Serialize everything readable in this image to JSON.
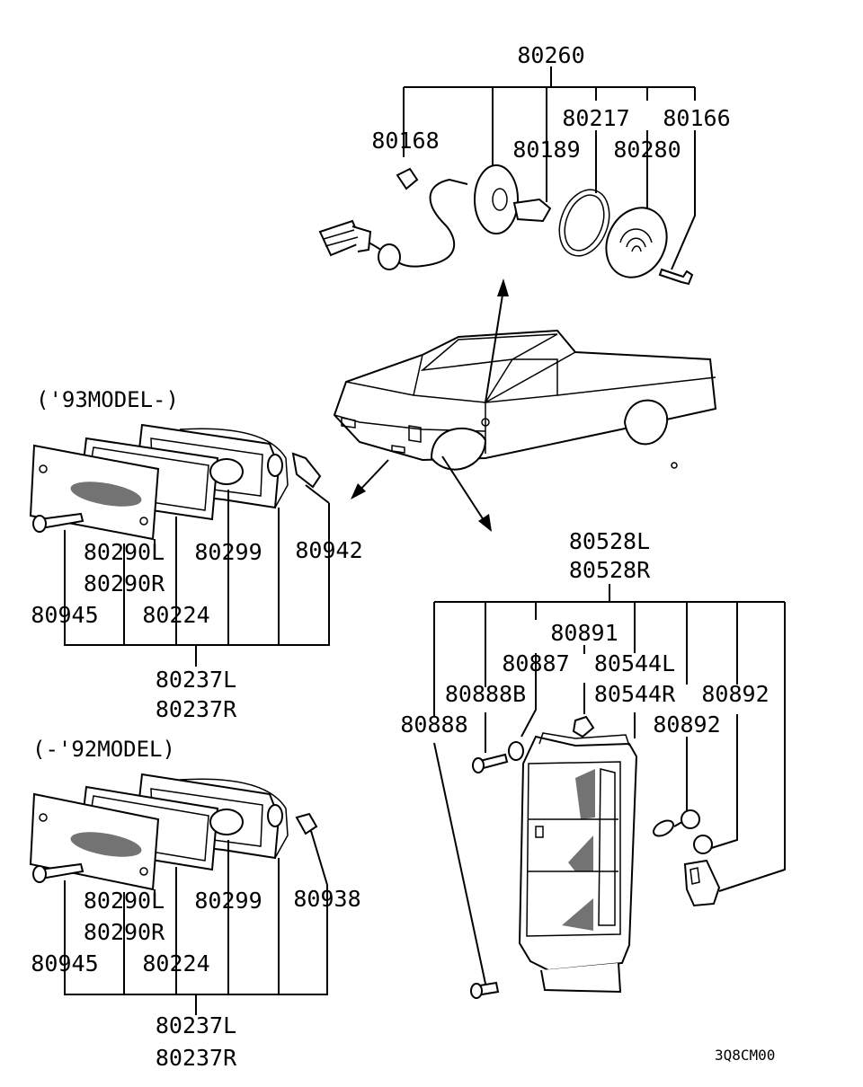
{
  "diagram_code": "3Q8CM00",
  "top_assembly": {
    "labels": {
      "assy": "80260",
      "clip": "80168",
      "socket": "80189",
      "gasket": "80217",
      "cover": "80280",
      "screw": "80166"
    }
  },
  "side_93": {
    "caption": "('93MODEL-)",
    "labels": {
      "lens_l": "80290L",
      "lens_r": "80290R",
      "bulb": "80299",
      "bracket": "80942",
      "screw": "80945",
      "gasket": "80224",
      "assy_l": "80237L",
      "assy_r": "80237R"
    }
  },
  "side_92": {
    "caption": "(-'92MODEL)",
    "labels": {
      "lens_l": "80290L",
      "lens_r": "80290R",
      "bulb": "80299",
      "clip": "80938",
      "screw": "80945",
      "gasket": "80224",
      "assy_l": "80237L",
      "assy_r": "80237R"
    }
  },
  "front_lamp": {
    "labels": {
      "assy_l": "80528L",
      "assy_r": "80528R",
      "clip": "80891",
      "washer": "80887",
      "housing_l": "80544L",
      "housing_r": "80544R",
      "screw_b": "80888B",
      "screw": "80888",
      "bulb_a": "80892",
      "bulb_b": "80892"
    }
  }
}
